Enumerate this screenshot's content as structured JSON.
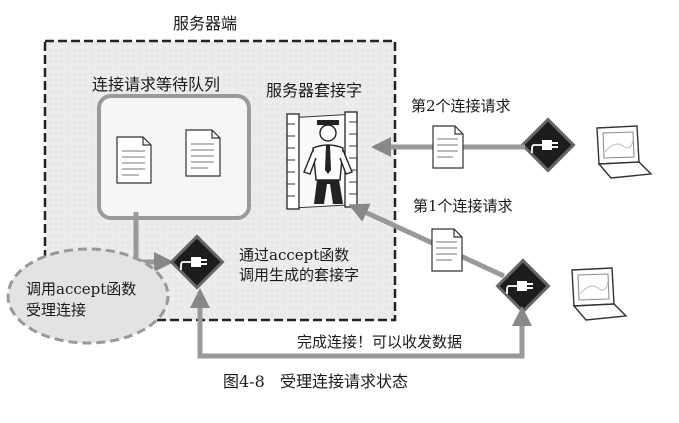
{
  "server_area": {
    "title": "服务器端"
  },
  "queue": {
    "title": "连接请求等待队列"
  },
  "server_socket": {
    "title": "服务器套接字"
  },
  "requests": {
    "second": "第2个连接请求",
    "first": "第1个连接请求"
  },
  "accept_note": {
    "line1": "通过accept函数",
    "line2": "调用生成的套接字"
  },
  "accept_call": {
    "line1": "调用accept函数",
    "line2": "受理连接"
  },
  "complete_label": "完成连接！可以收发数据",
  "caption": {
    "number": "图4-8",
    "text": "受理连接请求状态"
  },
  "icons": {
    "plug": "plug-in-diamond-icon",
    "laptop": "laptop-icon",
    "document": "document-icon",
    "doorman": "server-doorman-figure"
  }
}
